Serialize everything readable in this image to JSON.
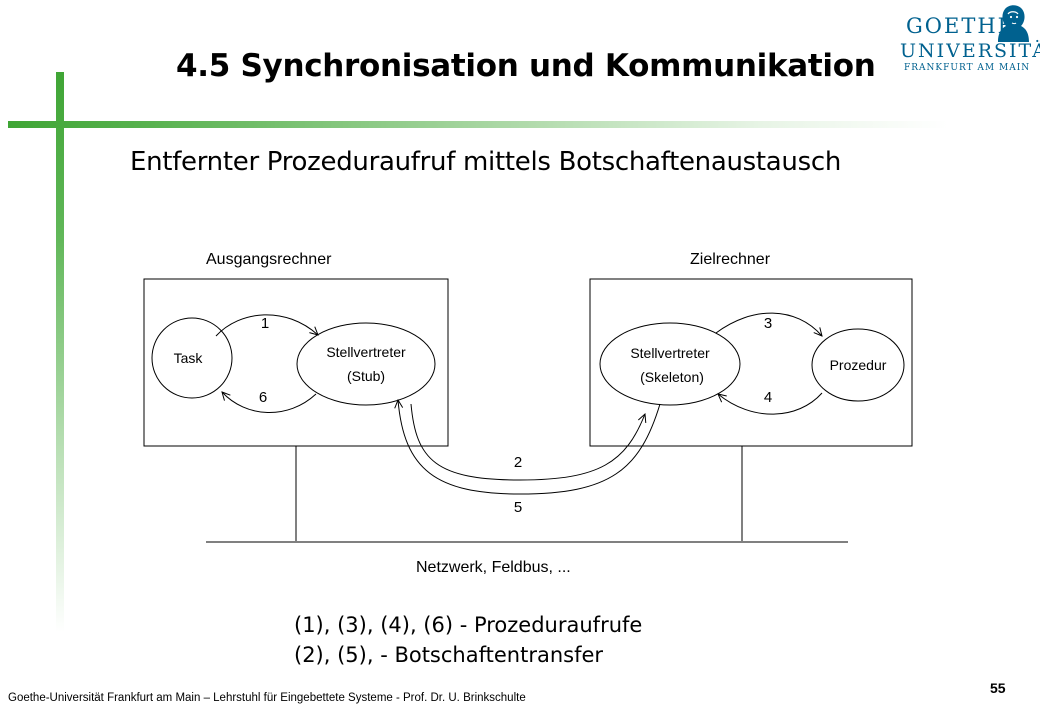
{
  "slide": {
    "title": "4.5 Synchronisation und Kommunikation",
    "subtitle": "Entfernter Prozeduraufruf mittels Botschaftenaustausch"
  },
  "logo": {
    "line1": "GOETHE",
    "line2": "UNIVERSITÄT",
    "line3": "FRANKFURT AM MAIN",
    "image": "goethe-portrait-icon",
    "color": "#00618f"
  },
  "diagram": {
    "source_label": "Ausgangsrechner",
    "target_label": "Zielrechner",
    "nodes": {
      "task": "Task",
      "stub_line1": "Stellvertreter",
      "stub_line2": "(Stub)",
      "skeleton_line1": "Stellvertreter",
      "skeleton_line2": "(Skeleton)",
      "procedure": "Prozedur"
    },
    "step_labels": {
      "s1": "1",
      "s2": "2",
      "s3": "3",
      "s4": "4",
      "s5": "5",
      "s6": "6"
    },
    "network_label": "Netzwerk, Feldbus, ..."
  },
  "legend": {
    "line1": "(1), (3), (4), (6) - Prozeduraufrufe",
    "line2": "(2), (5), - Botschaftentransfer"
  },
  "footer": {
    "text": "Goethe-Universität Frankfurt am Main – Lehrstuhl für Eingebettete Systeme - Prof. Dr. U. Brinkschulte",
    "page_number": "55"
  },
  "colors": {
    "accent_green": "#3fa535",
    "logo_blue": "#00618f"
  }
}
